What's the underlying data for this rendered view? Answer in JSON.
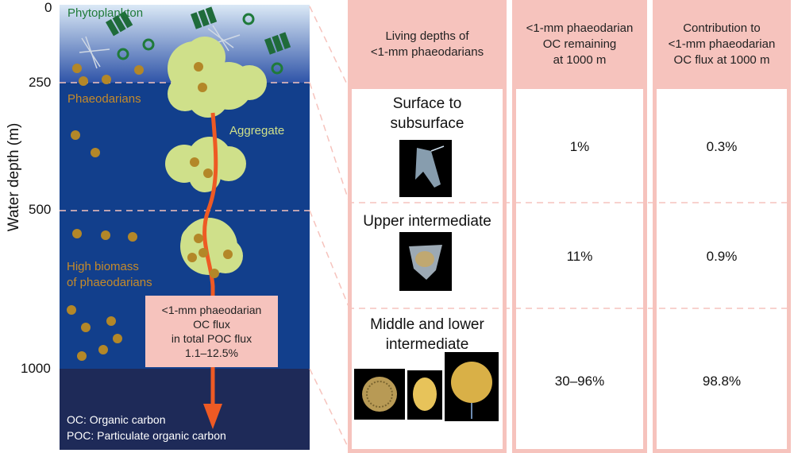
{
  "axis": {
    "ylabel": "Water depth (m)",
    "ticks": [
      "0",
      "250",
      "500",
      "1000"
    ]
  },
  "ocean_labels": {
    "phytoplankton": "Phytoplankton",
    "phaeodarians": "Phaeodarians",
    "aggregate": "Aggregate",
    "high_biomass": "High biomass\nof phaeodarians"
  },
  "flux_box": {
    "line1": "<1-mm phaeodarian",
    "line2": "OC flux",
    "line3": "in total POC flux",
    "line4": "1.1–12.5%"
  },
  "legend": {
    "oc": "OC: Organic carbon",
    "poc": "POC: Particulate organic carbon"
  },
  "table": {
    "headers": [
      "Living depths of\n<1-mm phaeodarians",
      "<1-mm phaeodarian\nOC remaining\nat 1000 m",
      "Contribution to\n<1-mm phaeodarian\nOC flux at 1000 m"
    ],
    "rows": [
      {
        "depth": "Surface to\nsubsurface",
        "remaining": "1%",
        "contribution": "0.3%"
      },
      {
        "depth": "Upper intermediate",
        "remaining": "11%",
        "contribution": "0.9%"
      },
      {
        "depth": "Middle and lower\nintermediate",
        "remaining": "30–96%",
        "contribution": "98.8%"
      }
    ]
  },
  "colors": {
    "surface_top": "#dbe9f6",
    "deep_blue": "#123f8c",
    "abyss": "#1e2a58",
    "phaeodarian": "#b38728",
    "aggregate": "#cfe08a",
    "flux_arrow": "#ee5a24",
    "table_pink": "#f6c3bd",
    "diatom_green": "#1f6b3a"
  }
}
